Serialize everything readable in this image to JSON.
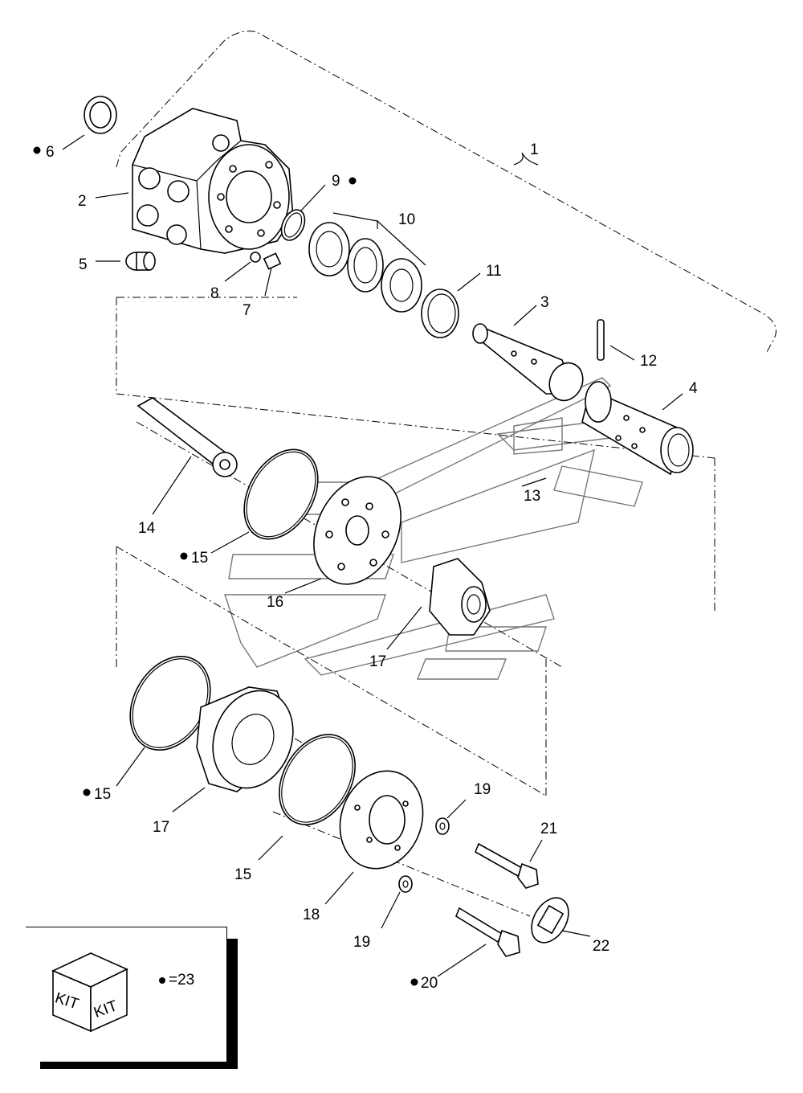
{
  "diagram": {
    "labels": [
      {
        "id": "c1",
        "text": "1",
        "bullet": false
      },
      {
        "id": "c2",
        "text": "2",
        "bullet": false
      },
      {
        "id": "c3",
        "text": "3",
        "bullet": false
      },
      {
        "id": "c4",
        "text": "4",
        "bullet": false
      },
      {
        "id": "c5",
        "text": "5",
        "bullet": false
      },
      {
        "id": "c6",
        "text": "6",
        "bullet": true
      },
      {
        "id": "c7",
        "text": "7",
        "bullet": false
      },
      {
        "id": "c8",
        "text": "8",
        "bullet": false
      },
      {
        "id": "c9",
        "text": "9",
        "bullet": true
      },
      {
        "id": "c10",
        "text": "10",
        "bullet": false
      },
      {
        "id": "c11",
        "text": "11",
        "bullet": false
      },
      {
        "id": "c12",
        "text": "12",
        "bullet": false
      },
      {
        "id": "c13",
        "text": "13",
        "bullet": false
      },
      {
        "id": "c14",
        "text": "14",
        "bullet": false
      },
      {
        "id": "c15a",
        "text": "15",
        "bullet": true
      },
      {
        "id": "c16",
        "text": "16",
        "bullet": false
      },
      {
        "id": "c17a",
        "text": "17",
        "bullet": false
      },
      {
        "id": "c15b",
        "text": "15",
        "bullet": true
      },
      {
        "id": "c17b",
        "text": "17",
        "bullet": false
      },
      {
        "id": "c15c",
        "text": "15",
        "bullet": false
      },
      {
        "id": "c18",
        "text": "18",
        "bullet": false
      },
      {
        "id": "c19a",
        "text": "19",
        "bullet": false
      },
      {
        "id": "c19b",
        "text": "19",
        "bullet": false
      },
      {
        "id": "c20",
        "text": "20",
        "bullet": true
      },
      {
        "id": "c21",
        "text": "21",
        "bullet": false
      },
      {
        "id": "c22",
        "text": "22",
        "bullet": false
      }
    ],
    "kit": {
      "cube_text_left": "KIT",
      "cube_text_right": "KIT",
      "legend": "=23"
    }
  }
}
